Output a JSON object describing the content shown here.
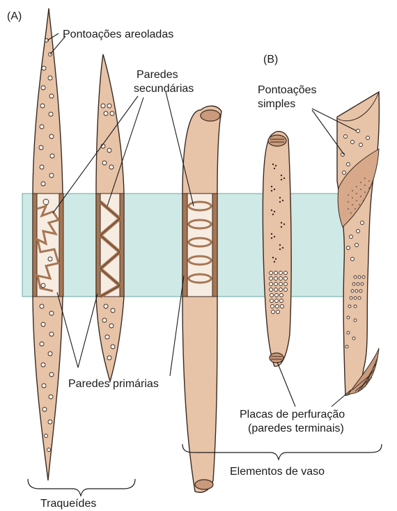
{
  "panels": {
    "a": "(A)",
    "b": "(B)"
  },
  "labels": {
    "pontoacoes_areoladas": "Pontoações areoladas",
    "paredes_secundarias_1": "Paredes",
    "paredes_secundarias_2": "secundárias",
    "pontoacoes_simples_1": "Pontoações",
    "pontoacoes_simples_2": "simples",
    "paredes_primarias": "Paredes primárias",
    "placas_1": "Placas de perfuração",
    "placas_2": "(paredes terminais)",
    "elementos_de_vaso": "Elementos de vaso",
    "traqueides": "Traqueídes"
  },
  "colors": {
    "cell_fill": "#e7c3a8",
    "highlight_band": "#cfe9e6",
    "outline": "#3a2a22"
  }
}
